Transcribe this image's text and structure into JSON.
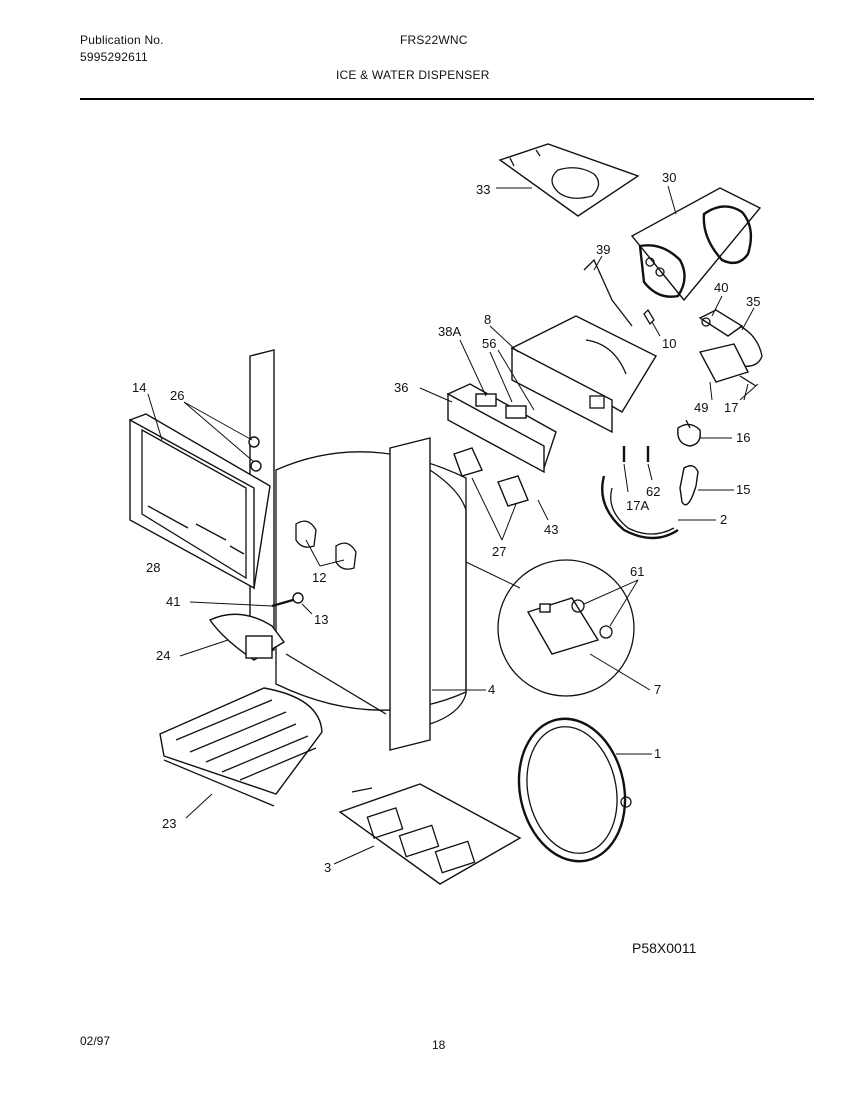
{
  "header": {
    "publication_label": "Publication No.",
    "publication_number": "5995292611",
    "model": "FRS22WNC",
    "section_title": "ICE & WATER DISPENSER"
  },
  "figure_code": "P58X0011",
  "footer": {
    "date": "02/97",
    "page": "18"
  },
  "callouts": {
    "c1": "1",
    "c2": "2",
    "c3": "3",
    "c4": "4",
    "c7": "7",
    "c8": "8",
    "c10": "10",
    "c12": "12",
    "c13": "13",
    "c14": "14",
    "c15": "15",
    "c16": "16",
    "c17": "17",
    "c17a": "17A",
    "c23": "23",
    "c24": "24",
    "c26": "26",
    "c27": "27",
    "c28": "28",
    "c30": "30",
    "c33": "33",
    "c35": "35",
    "c36": "36",
    "c38a": "38A",
    "c39": "39",
    "c40": "40",
    "c41": "41",
    "c43": "43",
    "c49": "49",
    "c56": "56",
    "c61": "61",
    "c62": "62"
  }
}
